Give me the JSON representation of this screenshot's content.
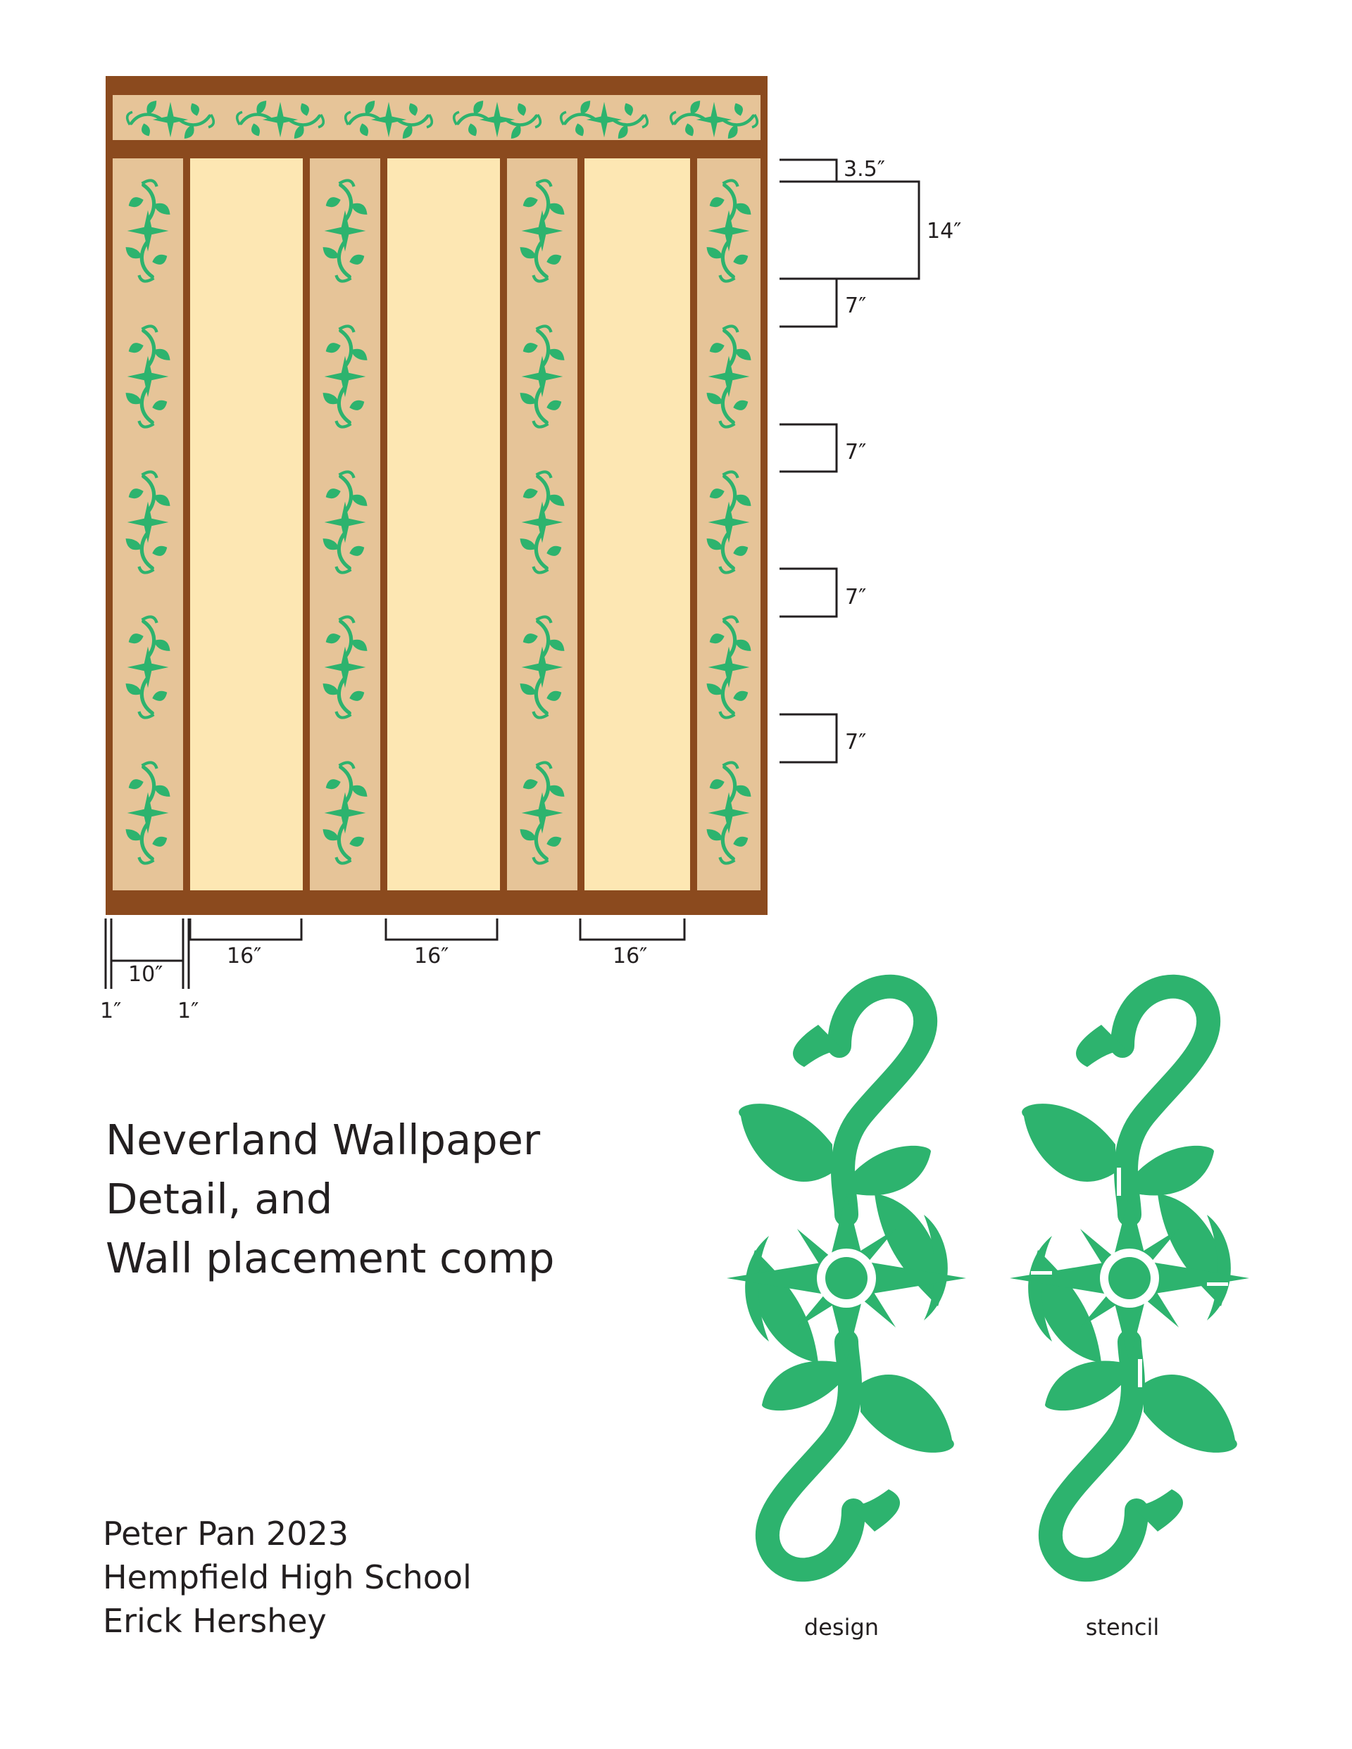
{
  "colors": {
    "frame": "#8b4a1e",
    "trim_panel": "#e6c498",
    "field_panel": "#fde7b3",
    "ornament": "#2db36e",
    "dimension": "#231f20"
  },
  "ornament_icon": "vine-compass-ornament-icon",
  "dimensions": {
    "vertical": [
      "3.5″",
      "14″",
      "7″",
      "7″",
      "7″",
      "7″"
    ],
    "horizontal": [
      "10″",
      "16″",
      "16″",
      "16″",
      "1″",
      "1″"
    ]
  },
  "title_lines": [
    "Neverland Wallpaper",
    "Detail, and",
    "Wall placement comp"
  ],
  "credits": [
    "Peter Pan 2023",
    "Hempfield High School",
    "Erick Hershey"
  ],
  "captions": {
    "design": "design",
    "stencil": "stencil"
  }
}
